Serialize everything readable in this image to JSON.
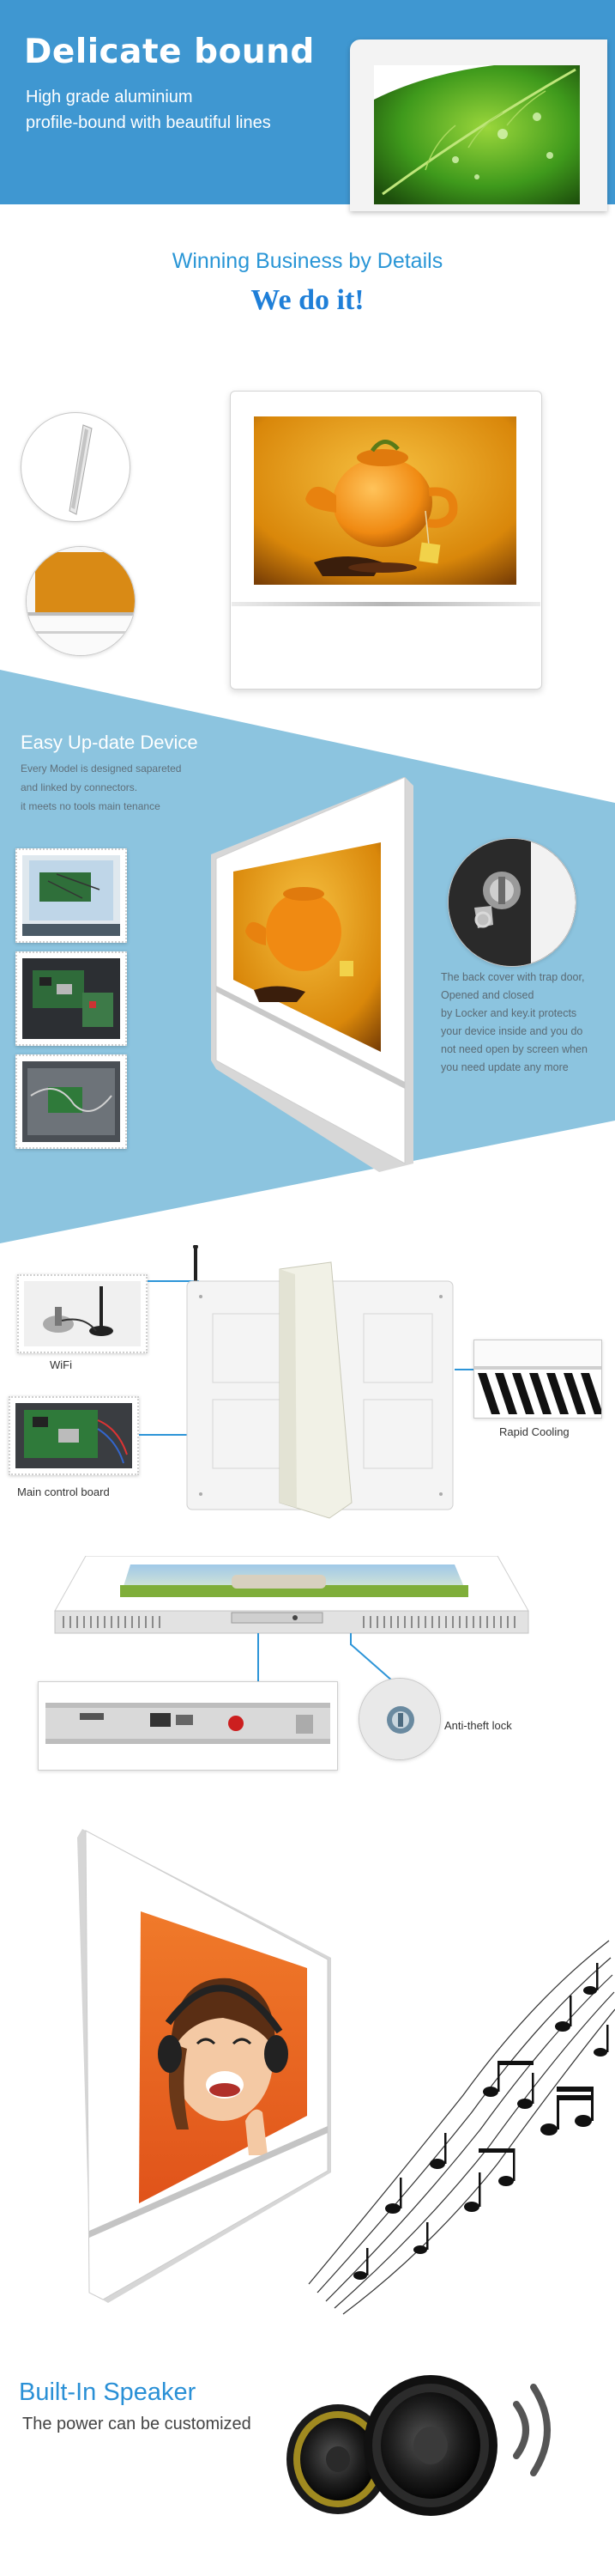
{
  "banner": {
    "title": "Delicate bound",
    "subtitle_line1": "High grade aluminium",
    "subtitle_line2": "profile-bound with beautiful lines",
    "bg_color": "#3f97d1"
  },
  "details": {
    "subtitle": "Winning Business by Details",
    "title": "We do it!",
    "accent_color": "#1f7fd8"
  },
  "update": {
    "title": "Easy Up-date Device",
    "desc_line1": "Every Model is designed sapareted",
    "desc_line2": "and linked by connectors.",
    "desc_line3": "it meets no tools main tenance",
    "cover_line1": "The back cover with trap door,",
    "cover_line2": "Opened and closed",
    "cover_line3": "by Locker and key.it protects",
    "cover_line4": "your device inside and you do",
    "cover_line5": "not need open by screen when",
    "cover_line6": "you need update any more",
    "bg_color": "#8cc4df"
  },
  "accessories": {
    "wifi_label": "WiFi",
    "board_label": "Main control board",
    "cooling_label": "Rapid Cooling",
    "lock_label": "Anti-theft lock"
  },
  "speaker": {
    "title": "Built-In Speaker",
    "subtitle": "The power can be customized"
  }
}
